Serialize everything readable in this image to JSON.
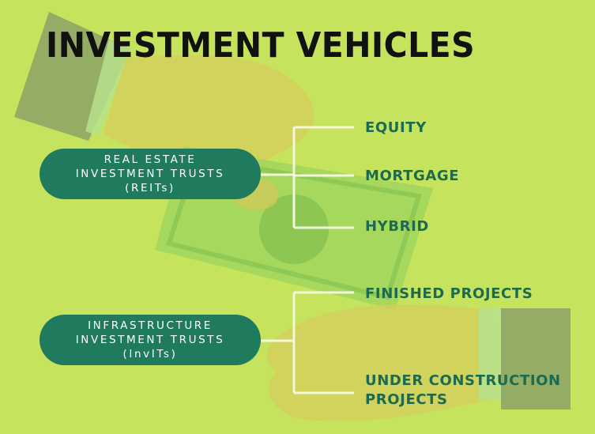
{
  "title": "INVESTMENT VEHICLES",
  "groups": [
    {
      "label_lines": [
        "REAL ESTATE",
        "INVESTMENT TRUSTS",
        "(REITs)"
      ],
      "children": [
        [
          "EQUITY"
        ],
        [
          "MORTGAGE"
        ],
        [
          "HYBRID"
        ]
      ]
    },
    {
      "label_lines": [
        "INFRASTRUCTURE",
        "INVESTMENT TRUSTS",
        "(InvITs)"
      ],
      "children": [
        [
          "FINISHED PROJECTS"
        ],
        [
          "UNDER CONSTRUCTION",
          "PROJECTS"
        ]
      ]
    }
  ],
  "colors": {
    "background": "#c5e35c",
    "pill": "#1f7a5e",
    "pill_text": "#ffffff",
    "leaf_text": "#1c6b50",
    "title_text": "#111111",
    "connector": "#f2f6da"
  }
}
